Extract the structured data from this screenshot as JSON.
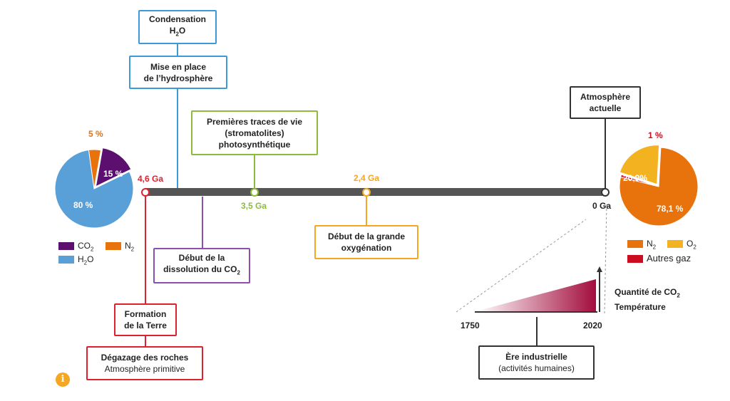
{
  "colors": {
    "co2": "#5c0f6e",
    "n2": "#e8720c",
    "h2o": "#5aa0d8",
    "o2": "#f3b320",
    "autres": "#cc0c1f",
    "timeline": "#555555",
    "formation": "#e1202f",
    "dissolution": "#8c4fb0",
    "vie": "#8bbd3a",
    "oxygenation": "#f5a623",
    "hydrosphere": "#3d9ad9",
    "actuelle": "#333333"
  },
  "boxes": {
    "condensation": {
      "title": "Condensation",
      "formula": "H",
      "formula_sub": "2",
      "formula_rest": "O"
    },
    "hydrosphere": {
      "line1": "Mise en place",
      "line2": "de l’hydrosphère"
    },
    "vie": {
      "line1": "Premières traces de vie",
      "line2": "(stromatolites)",
      "line3": "photosynthétique"
    },
    "actuelle": {
      "line1": "Atmosphère",
      "line2": "actuelle"
    },
    "dissolution": {
      "line1": "Début de la",
      "line2": "dissolution du CO",
      "line2_sub": "2"
    },
    "oxygenation": {
      "line1": "Début de la grande",
      "line2": "oxygénation"
    },
    "formation": {
      "line1": "Formation",
      "line2": "de la Terre"
    },
    "degazage": {
      "line1": "Dégazage des roches",
      "line2": "Atmosphère primitive"
    },
    "industrielle": {
      "line1": "Ère industrielle",
      "line2": "(activités humaines)"
    }
  },
  "timeline": {
    "start_label": "4,6 Ga",
    "vie_label": "3,5 Ga",
    "oxy_label": "2,4 Ga",
    "end_label": "0 Ga"
  },
  "pie_primitive": {
    "slices": [
      {
        "name": "CO2",
        "value": 15,
        "label": "15 %"
      },
      {
        "name": "N2",
        "value": 5,
        "label": "5 %"
      },
      {
        "name": "H2O",
        "value": 80,
        "label": "80 %"
      }
    ]
  },
  "pie_actuelle": {
    "slices": [
      {
        "name": "N2",
        "value": 78.1,
        "label": "78,1 %"
      },
      {
        "name": "O2",
        "value": 20.9,
        "label": "20,9%"
      },
      {
        "name": "Autres gaz",
        "value": 1,
        "label": "1 %"
      }
    ]
  },
  "legend_left": {
    "co2": "CO",
    "co2_sub": "2",
    "n2": "N",
    "n2_sub": "2",
    "h2o_a": "H",
    "h2o_sub": "2",
    "h2o_b": "O"
  },
  "legend_right": {
    "n2": "N",
    "n2_sub": "2",
    "o2": "O",
    "o2_sub": "2",
    "autres": "Autres gaz"
  },
  "industrial": {
    "year_start": "1750",
    "year_end": "2020",
    "caption_line1": "Quantité de CO",
    "caption_sub": "2",
    "caption_line2": "Température"
  },
  "info_icon": "i"
}
